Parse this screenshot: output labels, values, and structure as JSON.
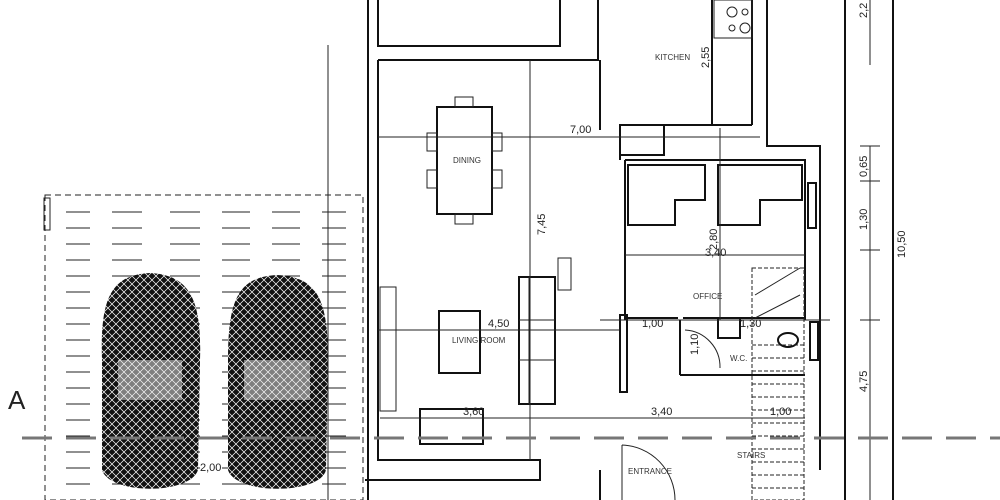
{
  "rooms": {
    "kitchen": "KITCHEN",
    "dining": "DINING",
    "living_room": "LIVING ROOM",
    "office": "OFFICE",
    "wc": "W.C.",
    "entrance": "ENTRANCE",
    "stairs": "STAIRS"
  },
  "section_marker": "A",
  "dimensions": {
    "kitchen_height": "2,55",
    "top_right": "2,2",
    "dining_width": "7,00",
    "living_height": "7,45",
    "right_065": "0,65",
    "right_130": "1,30",
    "overall": "10,50",
    "office_280": "2,80",
    "office_340": "3,40",
    "living_width": "4,50",
    "wc_100": "1,00",
    "wc_130": "1,30",
    "wc_110": "1,10",
    "right_475": "4,75",
    "living_360": "3,60",
    "hall_340": "3,40",
    "stairs_100": "1,00",
    "garage_200": "2,00"
  }
}
